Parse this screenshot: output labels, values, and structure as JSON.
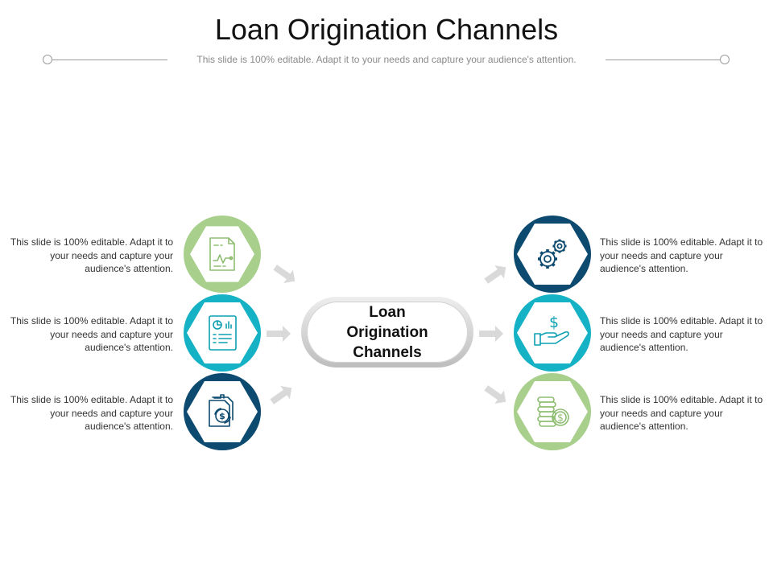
{
  "title": "Loan Origination Channels",
  "subtitle": "This slide is 100% editable. Adapt it to your needs and capture your audience's attention.",
  "center_label": "Loan Origination Channels",
  "colors": {
    "green": "#a8cf8c",
    "teal": "#14b2c4",
    "navy": "#0c4a70",
    "icon_green": "#8dbd70",
    "icon_teal": "#0c9fb3",
    "icon_navy": "#0c4a70",
    "arrow": "#d9d9d9"
  },
  "left_items": [
    {
      "text": "This slide is 100% editable. Adapt it to your needs and capture your audience's attention.",
      "icon": "document-chart-icon",
      "color": "green"
    },
    {
      "text": "This slide is 100% editable. Adapt it to your needs and capture your audience's attention.",
      "icon": "report-pie-chart-icon",
      "color": "teal"
    },
    {
      "text": "This slide is 100% editable. Adapt it to your needs and capture your audience's attention.",
      "icon": "dollar-document-icon",
      "color": "navy"
    }
  ],
  "right_items": [
    {
      "text": "This slide is 100% editable. Adapt it to your needs and capture your audience's attention.",
      "icon": "gears-icon",
      "color": "navy"
    },
    {
      "text": "This slide is 100% editable. Adapt it to your needs and capture your audience's attention.",
      "icon": "hand-dollar-icon",
      "color": "teal"
    },
    {
      "text": "This slide is 100% editable. Adapt it to your needs and capture your audience's attention.",
      "icon": "coins-dollar-icon",
      "color": "green"
    }
  ]
}
